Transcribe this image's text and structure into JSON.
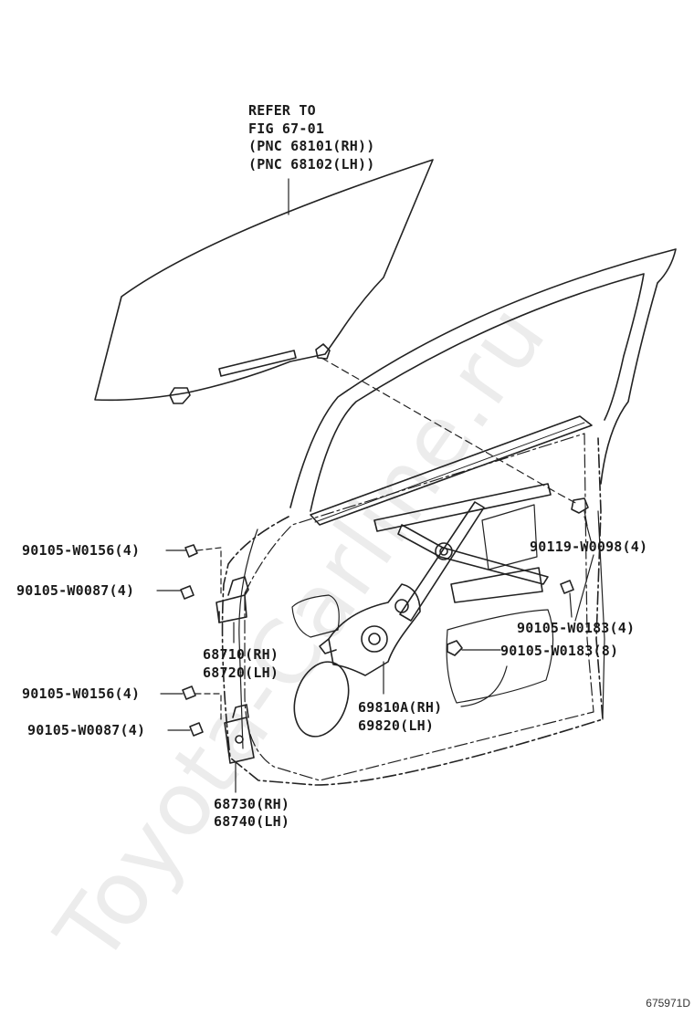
{
  "watermark": "Toyota-Carline.ru",
  "figure_number": "675971D",
  "labels": {
    "refer_1": "REFER TO",
    "refer_2": "FIG 67-01",
    "refer_3": "(PNC 68101(RH))",
    "refer_4": "(PNC 68102(LH))",
    "bolt_a": "90105-W0156(4)",
    "bolt_b": "90105-W0087(4)",
    "hinge_upper_rh": "68710(RH)",
    "hinge_upper_lh": "68720(LH)",
    "bolt_c": "90105-W0156(4)",
    "bolt_d": "90105-W0087(4)",
    "hinge_lower_rh": "68730(RH)",
    "hinge_lower_lh": "68740(LH)",
    "bolt_e": "90119-W0098(4)",
    "bolt_f": "90105-W0183(4)",
    "bolt_g": "90105-W0183(8)",
    "regulator_rh": "69810A(RH)",
    "regulator_lh": "69820(LH)"
  }
}
